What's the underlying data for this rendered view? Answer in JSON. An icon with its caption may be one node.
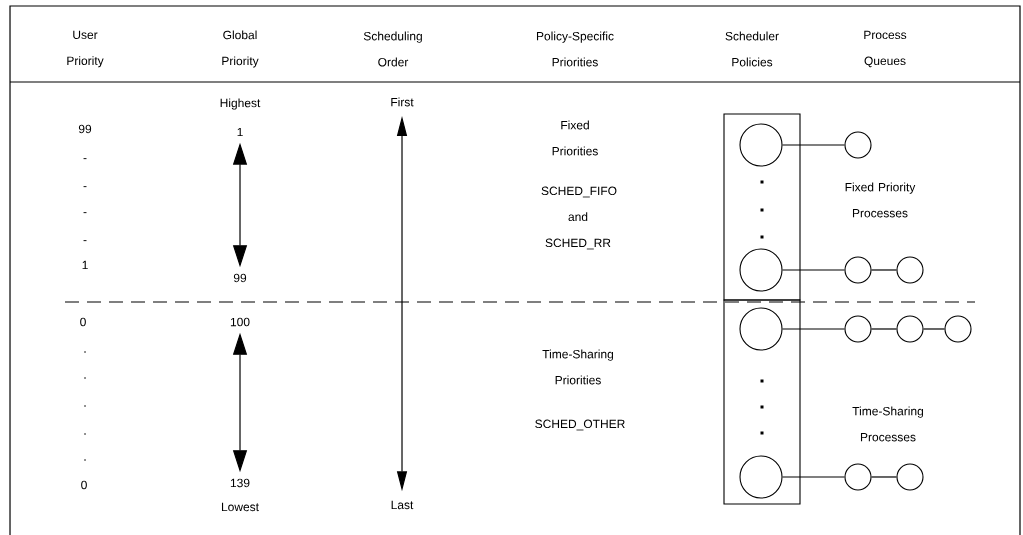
{
  "diagram": {
    "nodes": [
      {
        "text": [
          "1"
        ],
        "beside": [
          "Highest"
        ]
      },
      {
        "text": [
          "99"
        ]
      },
      {
        "text": [
          "100"
        ]
      },
      {
        "text": [
          "139"
        ],
        "beside": [
          "Lowest"
        ]
      },
      {
        "text": [
          "First"
        ]
      },
      {
        "text": [
          "Last"
        ]
      },
      {
        "text": [],
        "shape": "box"
      },
      {
        "text": [],
        "shape": "box"
      },
      {
        "text": [],
        "shape": "circle",
        "in": 6
      },
      {
        "text": [],
        "shape": "circle",
        "in": 6
      },
      {
        "text": [],
        "shape": "circle",
        "in": 7
      },
      {
        "text": [],
        "shape": "circle",
        "in": 7
      },
      {
        "text": [],
        "shape": "circle"
      },
      {
        "text": [],
        "shape": "circle"
      },
      {
        "text": [],
        "shape": "circle"
      },
      {
        "text": [],
        "shape": "circle"
      },
      {
        "text": [],
        "shape": "circle"
      },
      {
        "text": [],
        "shape": "circle"
      },
      {
        "text": [],
        "shape": "circle"
      },
      {
        "text": [],
        "shape": "circle"
      }
    ],
    "edges": [
      {
        "from": 0,
        "to": 1,
        "arrow": "both"
      },
      {
        "from": 2,
        "to": 3,
        "arrow": "both"
      },
      {
        "from": 4,
        "to": 5,
        "arrow": "both"
      },
      {
        "from": 8,
        "to": 12,
        "arrow": "none"
      },
      {
        "from": 9,
        "to": 13,
        "arrow": "none"
      },
      {
        "from": 13,
        "to": 14,
        "arrow": "none"
      },
      {
        "from": 10,
        "to": 15,
        "arrow": "none"
      },
      {
        "from": 15,
        "to": 16,
        "arrow": "none"
      },
      {
        "from": 16,
        "to": 17,
        "arrow": "none"
      },
      {
        "from": 11,
        "to": 18,
        "arrow": "none"
      },
      {
        "from": 18,
        "to": 19,
        "arrow": "none"
      }
    ],
    "labels": [
      "User Priority",
      "Global Priority",
      "Scheduling Order",
      "Policy-Specific Priorities",
      "Scheduler Policies",
      "Process Queues",
      "99",
      "-",
      "-",
      "-",
      "-",
      "1",
      "Fixed Priorities",
      "SCHED_FIFO and SCHED_RR",
      "Fixed Priority Processes",
      "0",
      ".",
      ".",
      ".",
      ".",
      ".",
      "0",
      "Time-Sharing Priorities",
      "SCHED_OTHER",
      "Time-Sharing Processes"
    ]
  }
}
